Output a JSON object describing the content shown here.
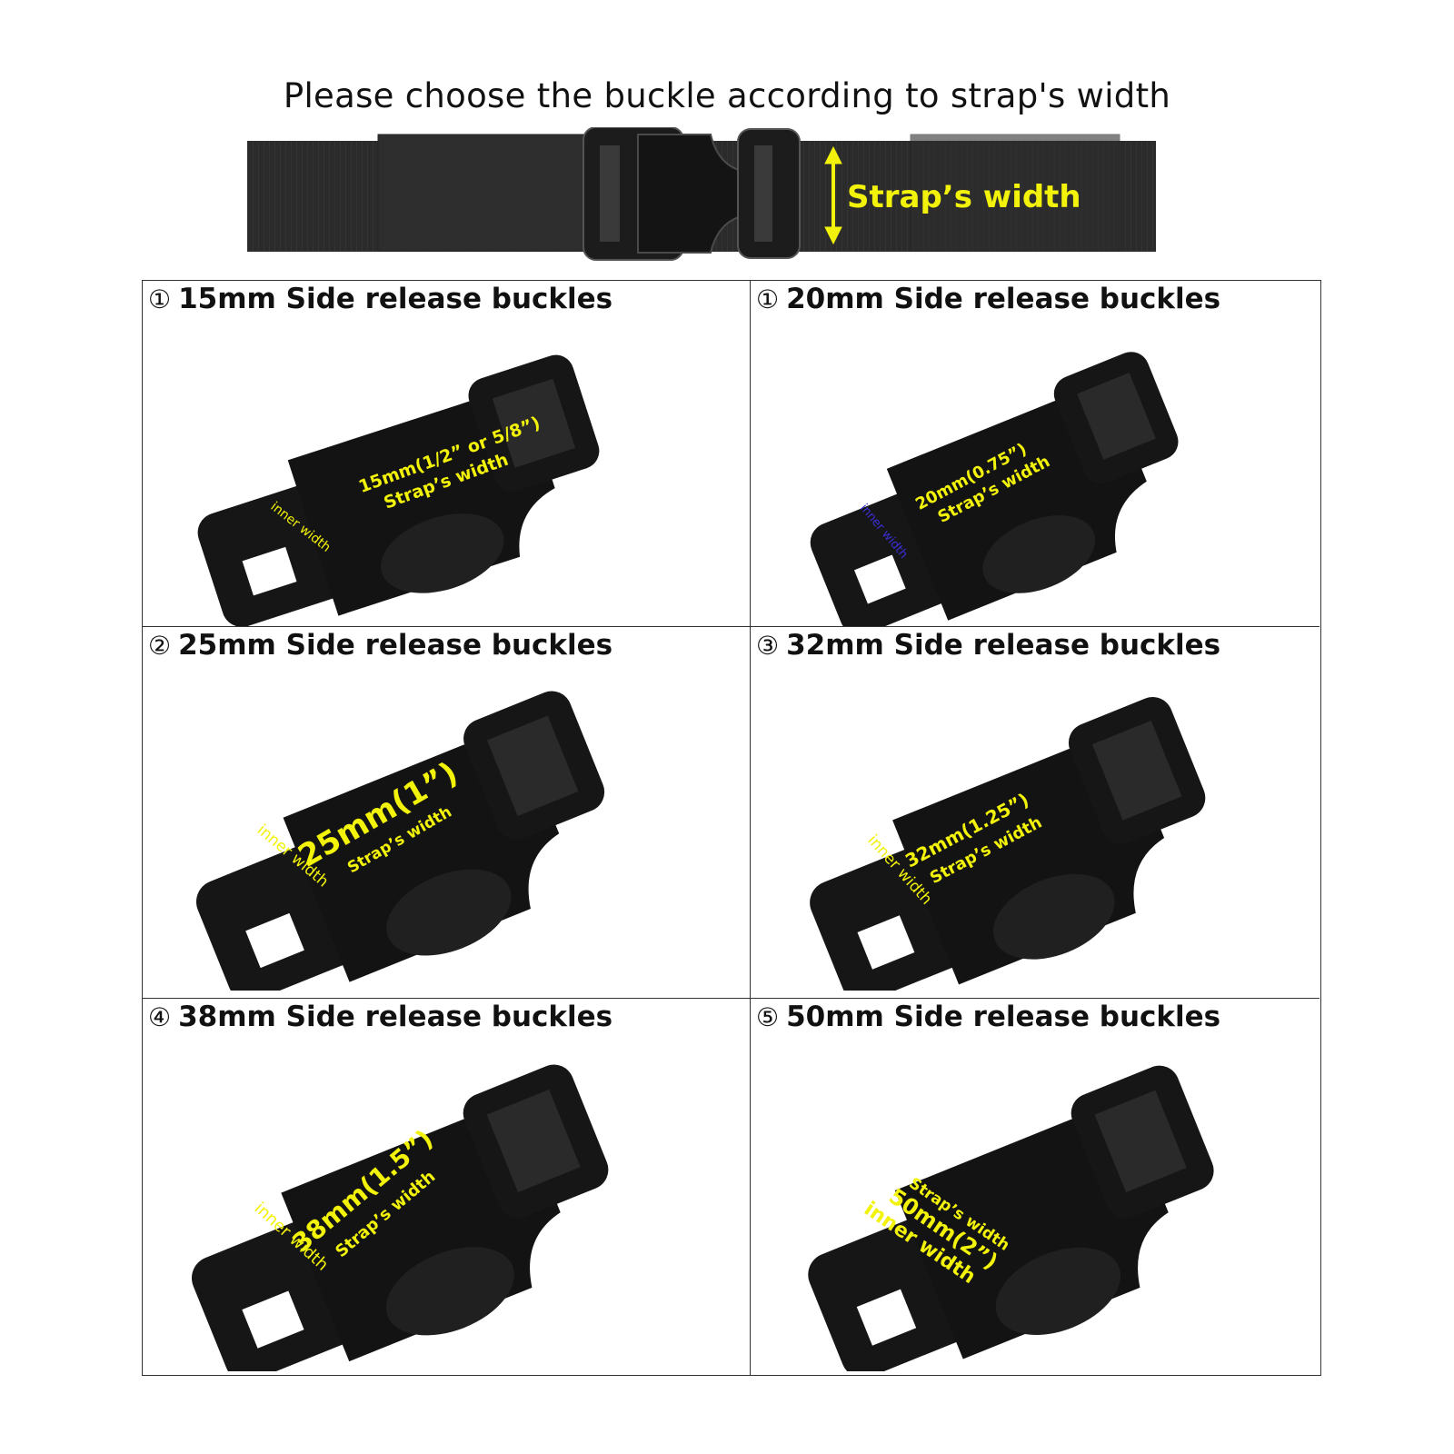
{
  "header": {
    "title": "Please choose the buckle according to strap's width",
    "strap_label": "Strap’s width"
  },
  "colors": {
    "annotation": "#f2f20a",
    "buckle": "#161616",
    "strap": "#2a2a2a",
    "inner_label_alt": "#3b2fd6"
  },
  "buckles": [
    {
      "num": "①",
      "title": "15mm Side release buckles",
      "size": "15mm(1/2” or 5/8”)",
      "strap": "Strap’s width",
      "inner": "inner width"
    },
    {
      "num": "①",
      "title": "20mm Side release buckles",
      "size": "20mm(0.75”)",
      "strap": "Strap’s width",
      "inner": "inner width"
    },
    {
      "num": "②",
      "title": "25mm Side release buckles",
      "size": "25mm(1”)",
      "strap": "Strap’s width",
      "inner": "inner width"
    },
    {
      "num": "③",
      "title": "32mm Side release buckles",
      "size": "32mm(1.25”)",
      "strap": "Strap’s width",
      "inner": "inner width"
    },
    {
      "num": "④",
      "title": "38mm Side release buckles",
      "size": "38mm(1.5”)",
      "strap": "Strap’s width",
      "inner": "inner width"
    },
    {
      "num": "⑤",
      "title": "50mm Side release buckles",
      "size": "50mm(2”)",
      "strap": "Strap’s width",
      "inner": "inner width"
    }
  ]
}
